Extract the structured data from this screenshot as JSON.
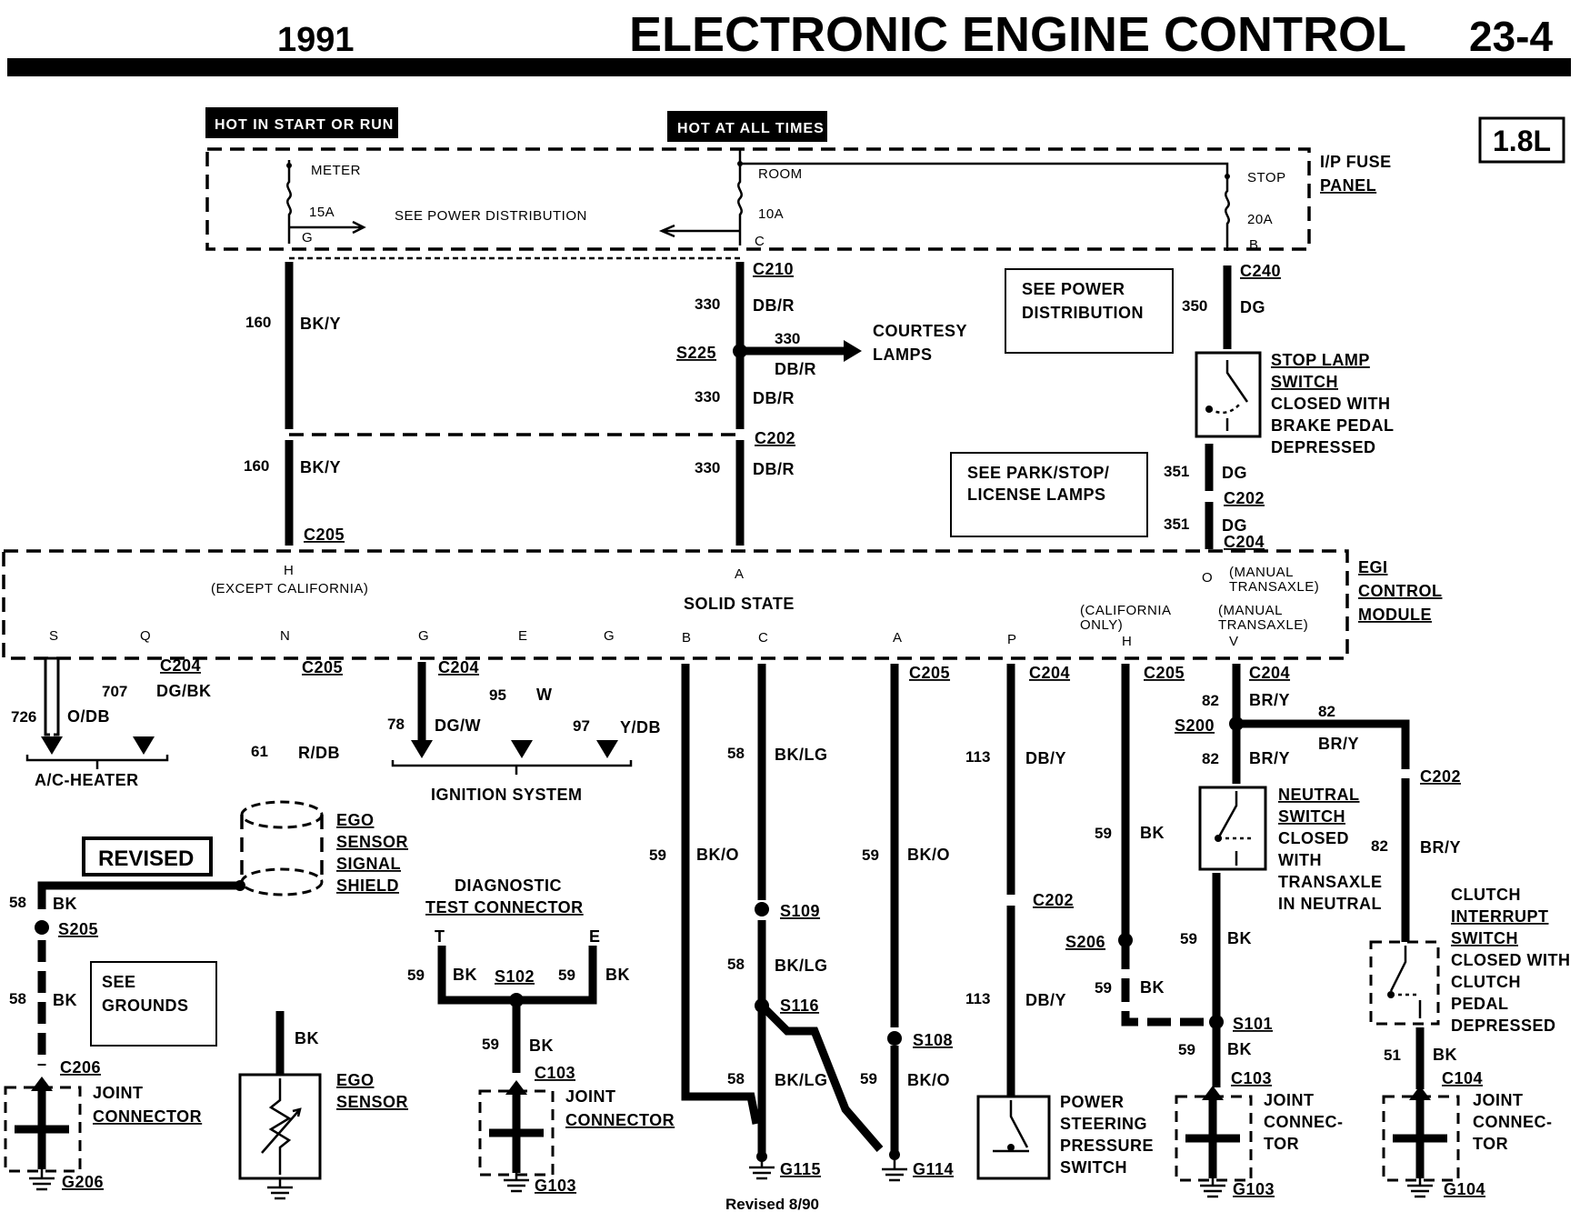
{
  "header": {
    "year": "1991",
    "title": "ELECTRONIC ENGINE CONTROL",
    "page": "23-4",
    "engine_badge": "1.8L"
  },
  "power_labels": {
    "hot_in_start_or_run": "HOT IN START OR RUN",
    "hot_at_all_times": "HOT AT ALL TIMES"
  },
  "fuse_panel": {
    "label_line1": "I/P FUSE",
    "label_line2": "PANEL",
    "fuses": [
      {
        "name": "METER",
        "amps": "15A",
        "terminal": "G"
      },
      {
        "name": "ROOM",
        "amps": "10A",
        "terminal": "C"
      },
      {
        "name": "STOP",
        "amps": "20A",
        "terminal": "B"
      }
    ],
    "see_power_distribution": "SEE POWER DISTRIBUTION"
  },
  "boxes": {
    "see_power_distribution_line1": "SEE POWER",
    "see_power_distribution_line2": "DISTRIBUTION",
    "see_park_line1": "SEE PARK/STOP/",
    "see_park_line2": "LICENSE LAMPS",
    "see_grounds_line1": "SEE",
    "see_grounds_line2": "GROUNDS",
    "revised": "REVISED"
  },
  "connectors": {
    "c210": "C210",
    "c240": "C240",
    "c202": "C202",
    "c205": "C205",
    "c204": "C204",
    "c206": "C206",
    "c103": "C103",
    "c104": "C104"
  },
  "splices": {
    "s225": "S225",
    "s200": "S200",
    "s205": "S205",
    "s102": "S102",
    "s109": "S109",
    "s116": "S116",
    "s108": "S108",
    "s206": "S206",
    "s101": "S101"
  },
  "grounds": {
    "g206": "G206",
    "g103": "G103",
    "g115": "G115",
    "g114": "G114",
    "g104": "G104"
  },
  "wires": {
    "w160": "160",
    "bky": "BK/Y",
    "w330": "330",
    "dbr": "DB/R",
    "w350": "350",
    "dg": "DG",
    "w351": "351",
    "w726": "726",
    "odb": "O/DB",
    "w707": "707",
    "dgbk": "DG/BK",
    "w61": "61",
    "rdb": "R/DB",
    "w78": "78",
    "dgw": "DG/W",
    "w95": "95",
    "w": "W",
    "w97": "97",
    "ydb": "Y/DB",
    "w59": "59",
    "bko": "BK/O",
    "w58": "58",
    "bklg": "BK/LG",
    "w113": "113",
    "dby": "DB/Y",
    "bk": "BK",
    "w82": "82",
    "bry": "BR/Y",
    "w51": "51"
  },
  "components": {
    "courtesy_line1": "COURTESY",
    "courtesy_line2": "LAMPS",
    "stop_lamp_line1": "STOP LAMP",
    "stop_lamp_line2": "SWITCH",
    "stop_lamp_line3": "CLOSED WITH",
    "stop_lamp_line4": "BRAKE PEDAL",
    "stop_lamp_line5": "DEPRESSED",
    "egi_line1": "EGI",
    "egi_line2": "CONTROL",
    "egi_line3": "MODULE",
    "solid_state": "SOLID STATE",
    "except_california": "(EXCEPT CALIFORNIA)",
    "california_only_line1": "(CALIFORNIA",
    "california_only_line2": "ONLY)",
    "manual_transaxle_line1": "(MANUAL",
    "manual_transaxle_line2": "TRANSAXLE)",
    "ac_heater": "A/C-HEATER",
    "ignition_system": "IGNITION SYSTEM",
    "ego_shield_line1": "EGO",
    "ego_shield_line2": "SENSOR",
    "ego_shield_line3": "SIGNAL",
    "ego_shield_line4": "SHIELD",
    "ego_sensor_line1": "EGO",
    "ego_sensor_line2": "SENSOR",
    "diag_line1": "DIAGNOSTIC",
    "diag_line2": "TEST CONNECTOR",
    "joint_line1": "JOINT",
    "joint_line2": "CONNECTOR",
    "joint_connec": "CONNEC-",
    "joint_tor": "TOR",
    "neutral_line1": "NEUTRAL",
    "neutral_line2": "SWITCH",
    "neutral_line3": "CLOSED",
    "neutral_line4": "WITH",
    "neutral_line5": "TRANSAXLE",
    "neutral_line6": "IN NEUTRAL",
    "clutch_line1": "CLUTCH",
    "clutch_line2": "INTERRUPT",
    "clutch_line3": "SWITCH",
    "clutch_line4": "CLOSED WITH",
    "clutch_line5": "CLUTCH",
    "clutch_line6": "PEDAL",
    "clutch_line7": "DEPRESSED",
    "pss_line1": "POWER",
    "pss_line2": "STEERING",
    "pss_line3": "PRESSURE",
    "pss_line4": "SWITCH"
  },
  "pins": {
    "h": "H",
    "a": "A",
    "o": "O",
    "s": "S",
    "q": "Q",
    "n": "N",
    "g": "G",
    "e": "E",
    "b": "B",
    "c": "C",
    "p": "P",
    "v": "V",
    "t": "T"
  },
  "footer": {
    "revised": "Revised 8/90"
  }
}
